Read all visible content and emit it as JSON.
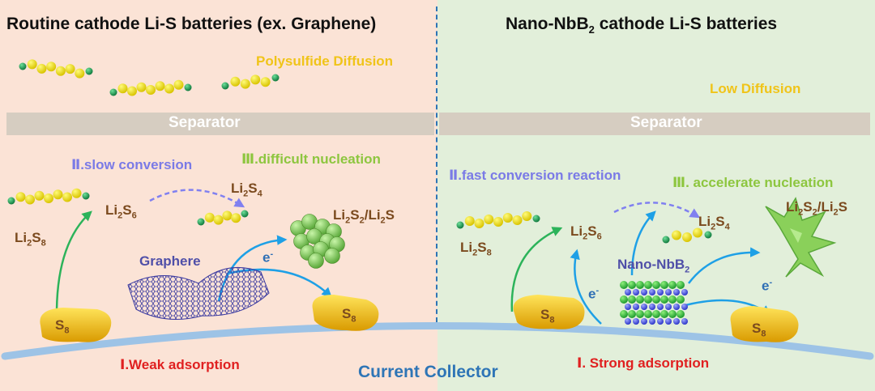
{
  "colors": {
    "left_bg": "#fbe3d6",
    "right_bg": "#e2efda",
    "separator": "#d6cdc1",
    "divider": "#2e75b6",
    "collector_line": "#9dc3e6",
    "polysulfide_chain": "#f2e200",
    "chain_end": "#1f9d55",
    "arrow_green": "#2cb35a",
    "arrow_blue": "#1ea0e6",
    "arrow_purple": "#8080f0",
    "sulfur_blob": "#f0c000",
    "nucleus_green": "#7fd356"
  },
  "left": {
    "title": "Routine cathode Li-S batteries (ex. Graphene)",
    "diffusion_note": "Polysulfide Diffusion",
    "separator_label": "Separator",
    "step2": "Ⅱ.slow conversion",
    "step3": "Ⅲ.difficult nucleation",
    "li2s8": {
      "main": "Li",
      "sub1": "2",
      "mid": "S",
      "sub2": "8"
    },
    "li2s6": {
      "main": "Li",
      "sub1": "2",
      "mid": "S",
      "sub2": "6"
    },
    "li2s4": {
      "main": "Li",
      "sub1": "2",
      "mid": "S",
      "sub2": "4"
    },
    "li2s2": {
      "a": "Li",
      "a_sub": "2",
      "b": "S",
      "b_sub": "2",
      "sep": "/",
      "c": "Li",
      "c_sub": "2",
      "d": "S"
    },
    "electron": {
      "main": "e",
      "sup": "-"
    },
    "material": "Graphere",
    "s8_a": {
      "main": "S",
      "sub": "8"
    },
    "s8_b": {
      "main": "S",
      "sub": "8"
    },
    "step1": "Ⅰ.Weak adsorption"
  },
  "right": {
    "title_pre": "Nano-NbB",
    "title_sub": "2",
    "title_post": " cathode Li-S batteries",
    "diffusion_note": "Low Diffusion",
    "separator_label": "Separator",
    "step2": "Ⅱ.fast conversion reaction",
    "step3": "Ⅲ. accelerate nucleation",
    "li2s8": {
      "main": "Li",
      "sub1": "2",
      "mid": "S",
      "sub2": "8"
    },
    "li2s6": {
      "main": "Li",
      "sub1": "2",
      "mid": "S",
      "sub2": "6"
    },
    "li2s4": {
      "main": "Li",
      "sub1": "2",
      "mid": "S",
      "sub2": "4"
    },
    "li2s2": {
      "a": "Li",
      "a_sub": "2",
      "b": "S",
      "b_sub": "2",
      "sep": "/",
      "c": "Li",
      "c_sub": "2",
      "d": "S"
    },
    "material_pre": "Nano-NbB",
    "material_sub": "2",
    "electron_a": {
      "main": "e",
      "sup": "-"
    },
    "electron_b": {
      "main": "e",
      "sup": "-"
    },
    "s8_a": {
      "main": "S",
      "sub": "8"
    },
    "s8_b": {
      "main": "S",
      "sub": "8"
    },
    "step1": "Ⅰ. Strong adsorption"
  },
  "current_collector": "Current Collector"
}
